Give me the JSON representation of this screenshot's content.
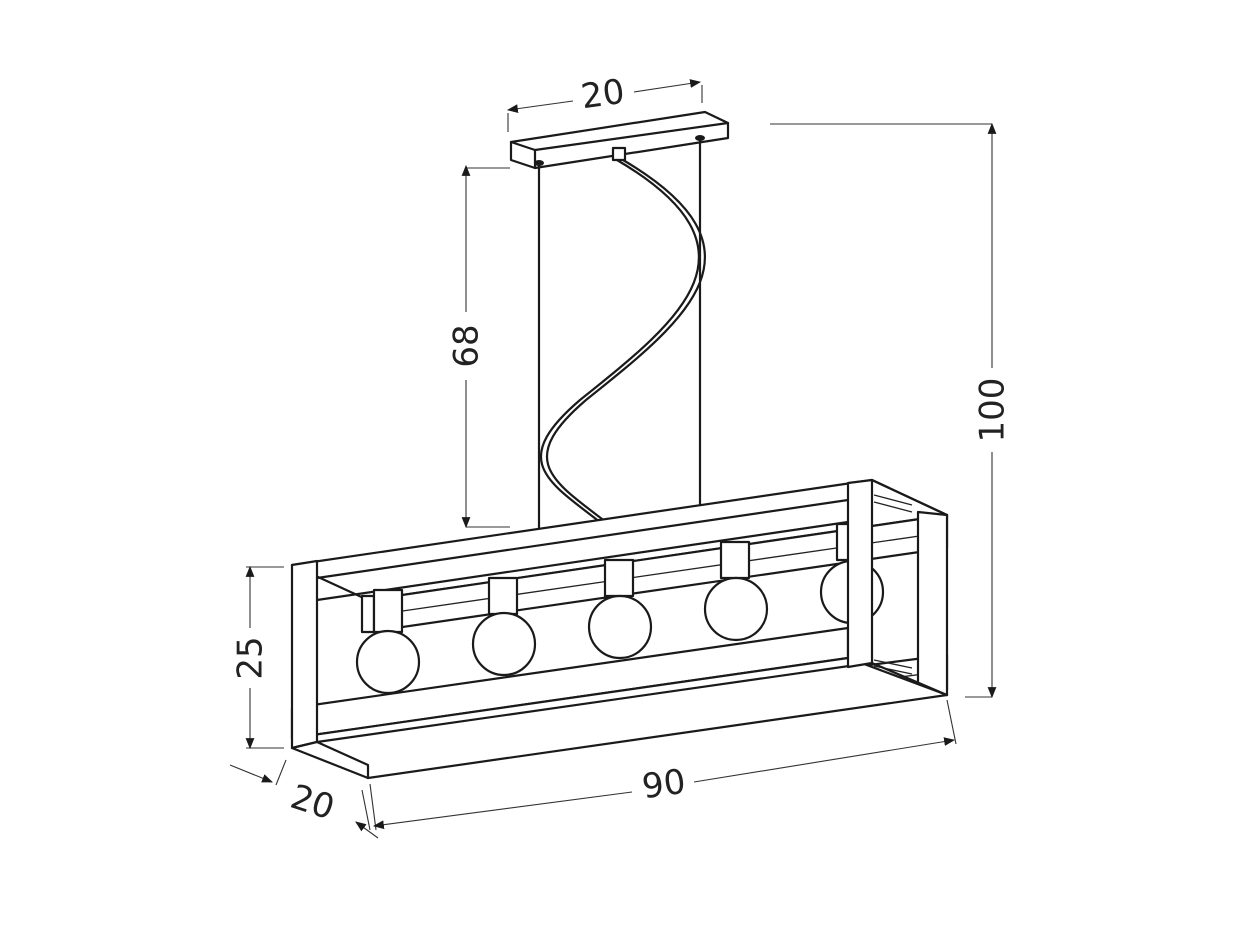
{
  "dimensions": {
    "canopy_width": "20",
    "cable_length": "68",
    "total_height": "100",
    "frame_height": "25",
    "frame_depth": "20",
    "frame_length": "90"
  },
  "bulb_count": 5
}
